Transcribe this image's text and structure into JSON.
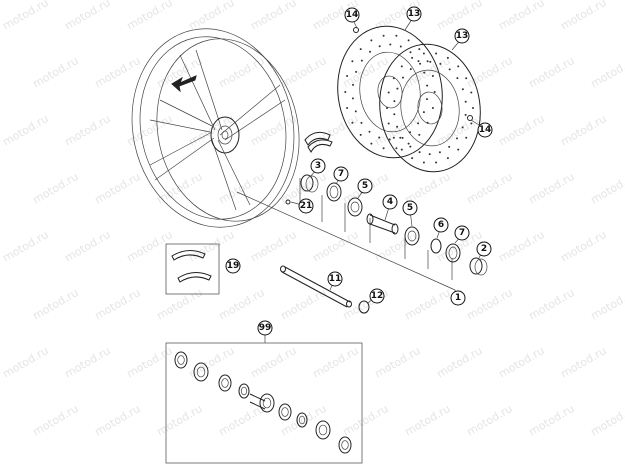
{
  "watermark": "motod.ru",
  "callouts": {
    "c1": "1",
    "c2": "2",
    "c3": "3",
    "c4": "4",
    "c5a": "5",
    "c5b": "5",
    "c6": "6",
    "c7a": "7",
    "c7b": "7",
    "c11": "11",
    "c12": "12",
    "c13a": "13",
    "c13b": "13",
    "c14a": "14",
    "c14b": "14",
    "c19": "19",
    "c21": "21",
    "c99": "99"
  },
  "colors": {
    "line": "#222222",
    "callout_fill": "#ffffff",
    "watermark": "#cfcfcf"
  }
}
